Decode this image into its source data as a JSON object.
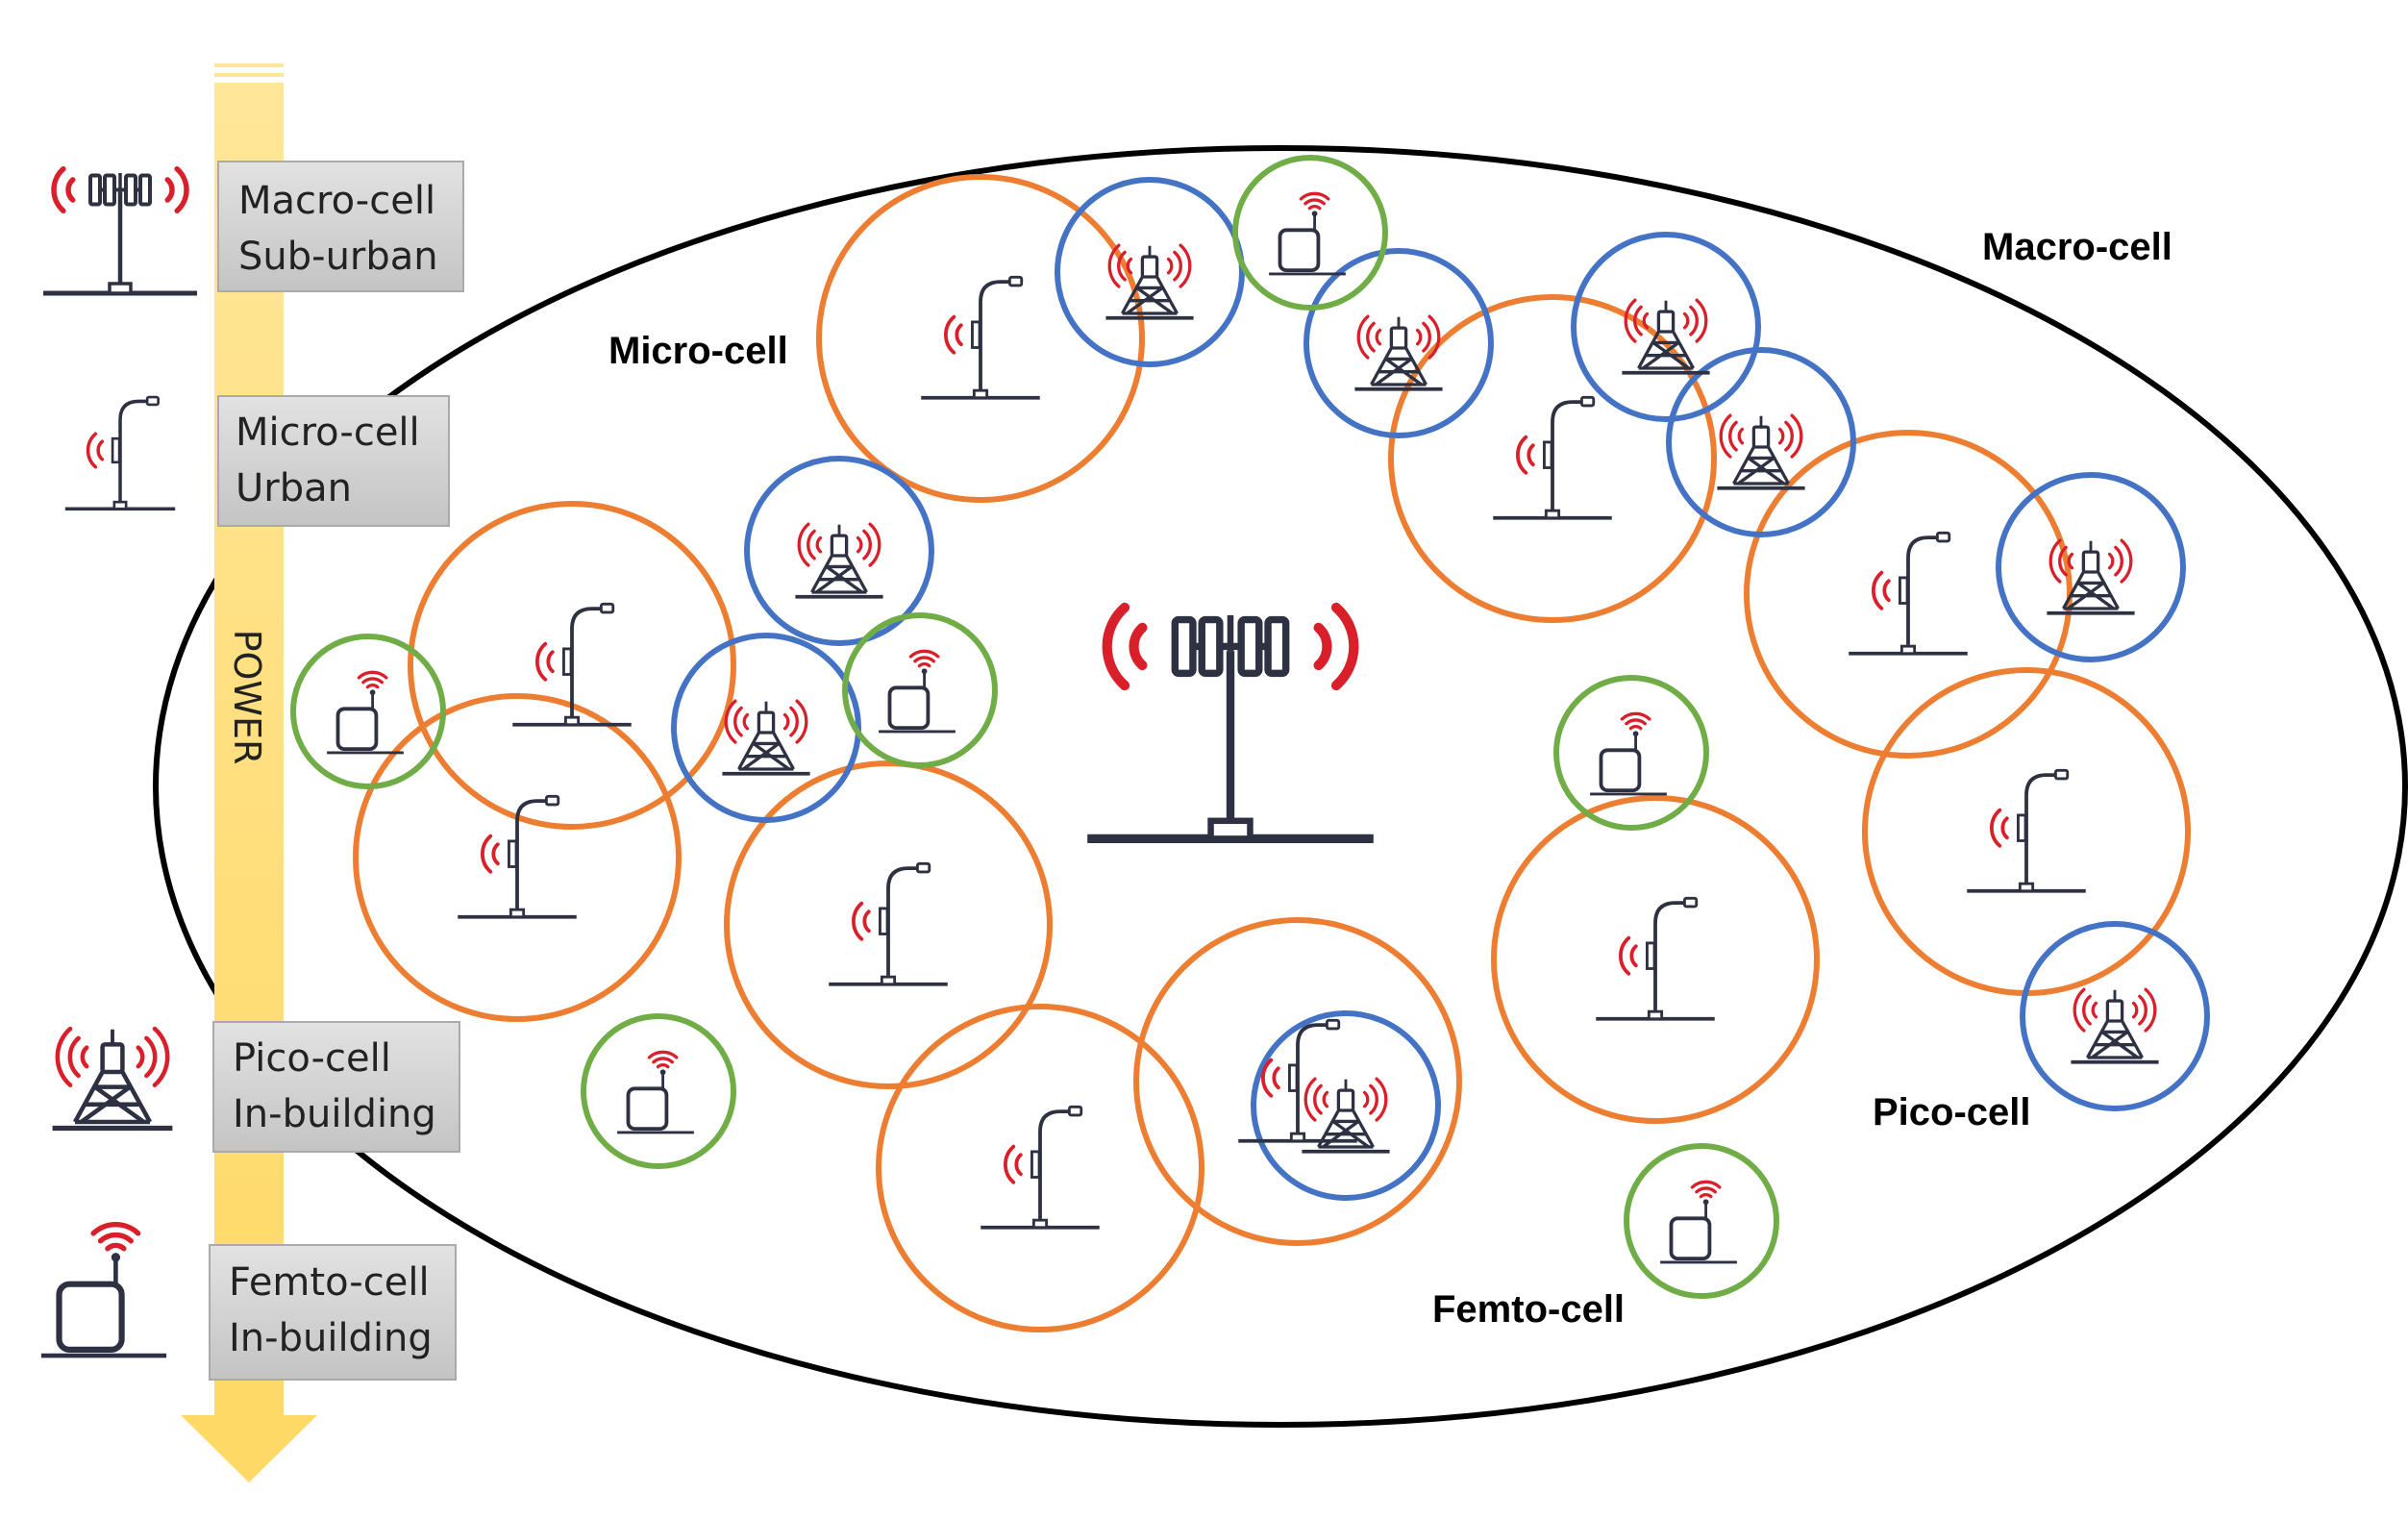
{
  "legend": {
    "axis_label": "POWER",
    "items": [
      {
        "icon": "macro-tower-icon",
        "line1": "Macro-cell",
        "line2": "Sub-urban"
      },
      {
        "icon": "micro-streetlight-icon",
        "line1": "Micro-cell",
        "line2": "Urban"
      },
      {
        "icon": "pico-tower-icon",
        "line1": "Pico-cell",
        "line2": "In-building"
      },
      {
        "icon": "femto-box-icon",
        "line1": "Femto-cell",
        "line2": "In-building"
      }
    ]
  },
  "diagram_labels": {
    "macro": "Macro-cell",
    "micro": "Micro-cell",
    "pico": "Pico-cell",
    "femto": "Femto-cell"
  },
  "colors": {
    "micro_ring": "#ED7D31",
    "pico_ring": "#4472C4",
    "femto_ring": "#70AD47",
    "signal": "#D9202A",
    "icon": "#2E3142",
    "power_arrow": "#FFD966",
    "legend_box": "#D0D0D0"
  }
}
